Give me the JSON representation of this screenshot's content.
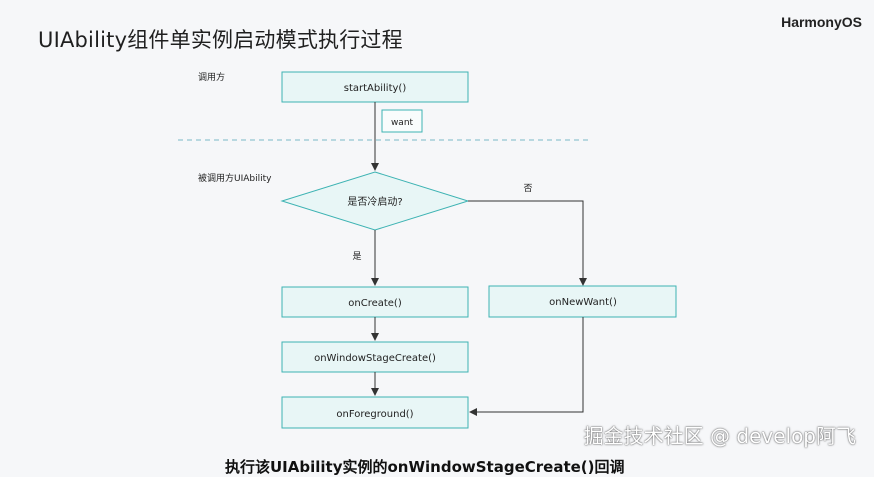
{
  "header": {
    "title": "UIAbility组件单实例启动模式执行过程",
    "brand": "HarmonyOS"
  },
  "diagram": {
    "caller_label": "调用方",
    "callee_label": "被调用方UIAbility",
    "start_node": "startAbility()",
    "want_label": "want",
    "decision": "是否冷启动?",
    "yes_label": "是",
    "no_label": "否",
    "on_create": "onCreate()",
    "on_window_stage_create": "onWindowStageCreate()",
    "on_foreground": "onForeground()",
    "on_new_want": "onNewWant()"
  },
  "watermark": "掘金技术社区 @ develop阿飞",
  "bottom_cut_text": "执行该UIAbility实例的onWindowStageCreate()回调",
  "colors": {
    "node_fill": "#e8f6f6",
    "node_stroke": "#3db3b3",
    "line": "#333333",
    "divider": "#7ab8c8"
  }
}
